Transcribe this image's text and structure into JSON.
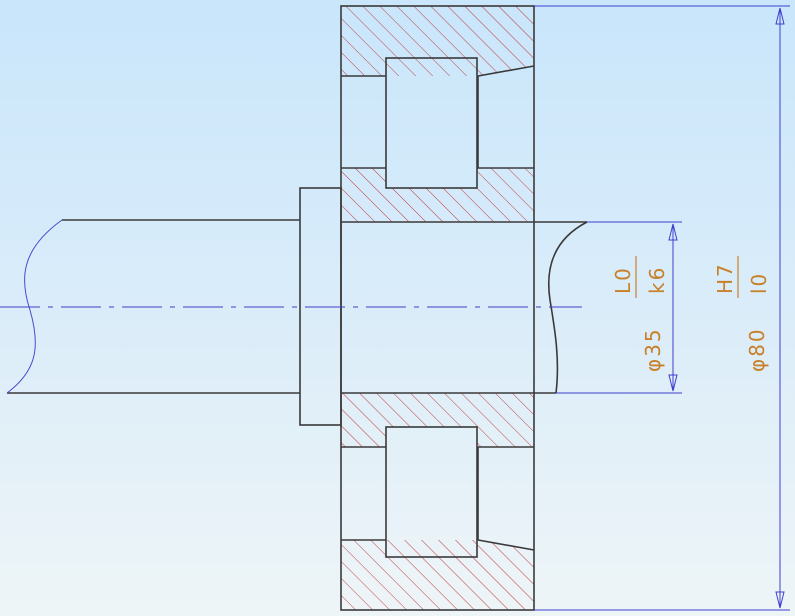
{
  "drawing": {
    "shaft_fit": {
      "diameter": "φ35",
      "hole_tol": "L0",
      "shaft_tol": "k6"
    },
    "housing_fit": {
      "diameter": "φ80",
      "hole_tol": "H7",
      "shaft_tol": "l0"
    }
  },
  "colors": {
    "outline": "#3a3a3a",
    "hatch": "#c0272d",
    "dimension": "#3f3fcf",
    "dim_text": "#c9802a"
  }
}
